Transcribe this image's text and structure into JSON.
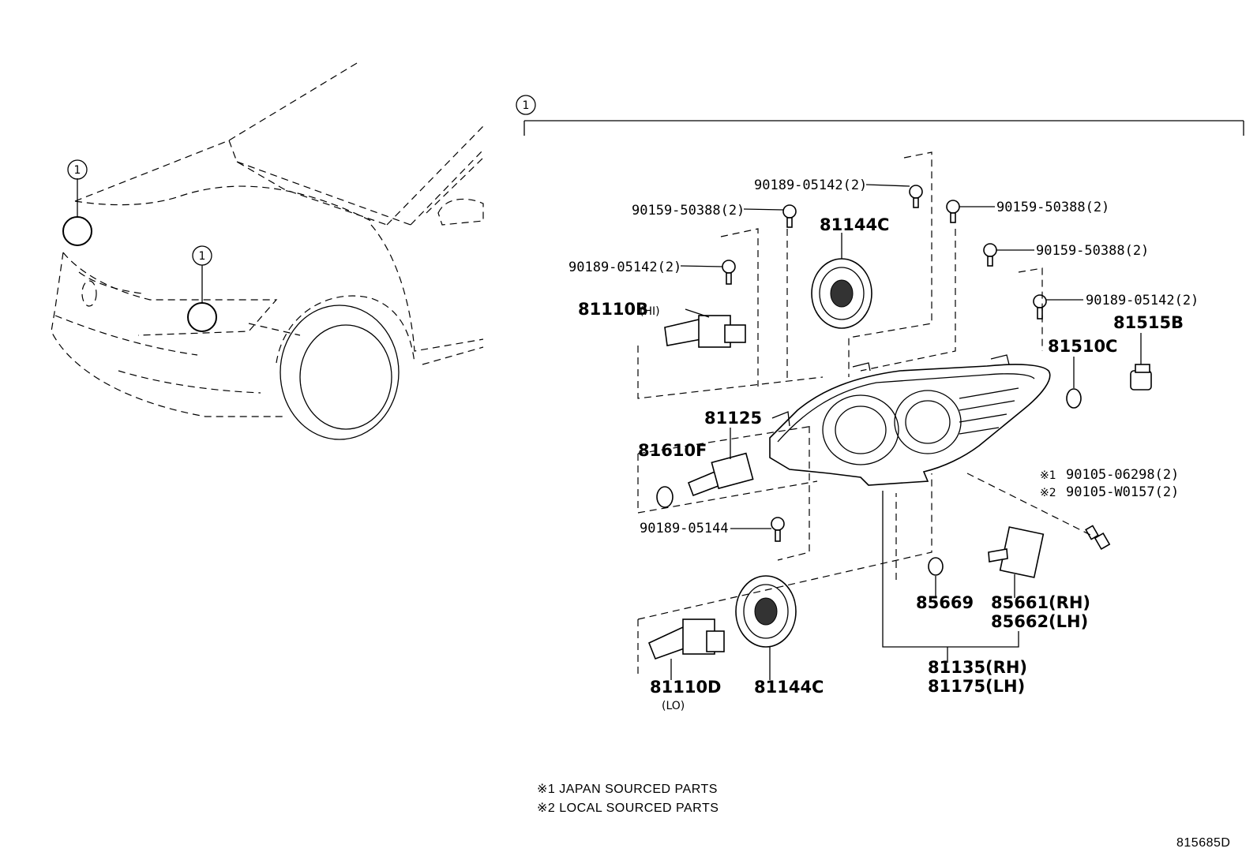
{
  "callout_number": "1",
  "parts": {
    "p90189_05142_top": "90189-05142(2)",
    "p90159_50388_left": "90159-50388(2)",
    "p90159_50388_right": "90159-50388(2)",
    "p81144C_top": "81144C",
    "p90159_50388_mid": "90159-50388(2)",
    "p90189_05142_left": "90189-05142(2)",
    "p90189_05142_right": "90189-05142(2)",
    "p81110B": "81110B",
    "p81110B_note": "(HI)",
    "p81515B": "81515B",
    "p81510C": "81510C",
    "p81125": "81125",
    "p81610F": "81610F",
    "p90105_06298": "90105-06298(2)",
    "p90105_W0157": "90105-W0157(2)",
    "mark1": "※1",
    "mark2": "※2",
    "p90189_05144": "90189-05144",
    "p85669": "85669",
    "p85661": "85661(RH)",
    "p85662": "85662(LH)",
    "p81135": "81135(RH)",
    "p81175": "81175(LH)",
    "p81110D": "81110D",
    "p81110D_note": "(LO)",
    "p81144C_bottom": "81144C"
  },
  "notes": {
    "note1": "※1 JAPAN SOURCED PARTS",
    "note2": "※2 LOCAL SOURCED PARTS"
  },
  "diagram_id": "815685D"
}
